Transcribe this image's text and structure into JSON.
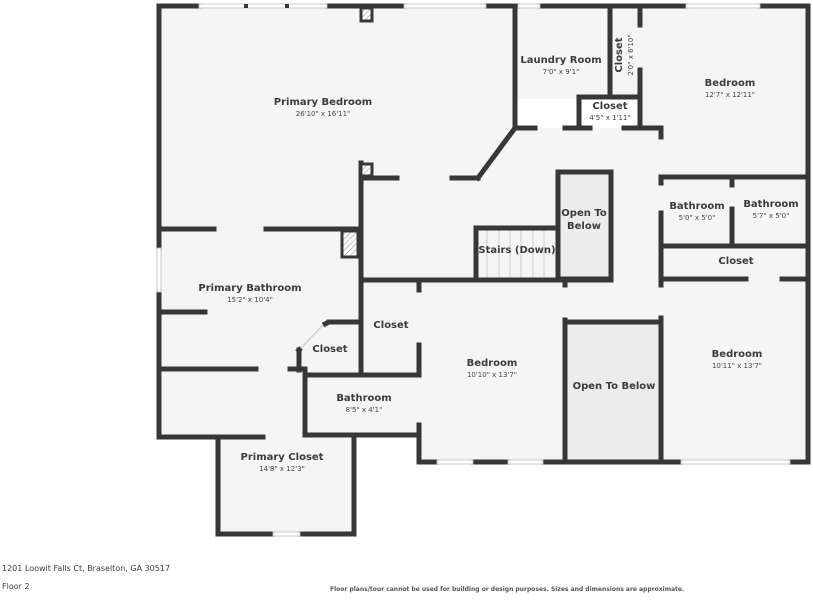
{
  "colors": {
    "wall": "#373737",
    "room_fill": "#f5f5f5",
    "open_to_below_fill": "#ececec",
    "window": "#e0e0e0",
    "label": "#3b3b3b"
  },
  "rooms": [
    {
      "id": "primary-bedroom",
      "name": "Primary Bedroom",
      "dimensions": "26'10\" x 16'11\""
    },
    {
      "id": "laundry-room",
      "name": "Laundry Room",
      "dimensions": "7'0\" x 9'1\""
    },
    {
      "id": "closet-vertical",
      "name": "Closet",
      "dimensions": "2'0\" x 6'10\""
    },
    {
      "id": "bedroom-ne",
      "name": "Bedroom",
      "dimensions": "12'7\" x 12'11\""
    },
    {
      "id": "closet-small",
      "name": "Closet",
      "dimensions": "4'5\" x 1'11\""
    },
    {
      "id": "open-to-below-1",
      "name": "Open To Below",
      "dimensions": ""
    },
    {
      "id": "stairs",
      "name": "Stairs (Down)",
      "dimensions": ""
    },
    {
      "id": "bathroom-1",
      "name": "Bathroom",
      "dimensions": "5'0\" x 5'0\""
    },
    {
      "id": "bathroom-2",
      "name": "Bathroom",
      "dimensions": "5'7\" x 5'0\""
    },
    {
      "id": "closet-hall",
      "name": "Closet",
      "dimensions": ""
    },
    {
      "id": "primary-bathroom",
      "name": "Primary Bathroom",
      "dimensions": "15'2\" x 10'4\""
    },
    {
      "id": "closet-mid",
      "name": "Closet",
      "dimensions": ""
    },
    {
      "id": "closet-angled",
      "name": "Closet",
      "dimensions": ""
    },
    {
      "id": "bedroom-center",
      "name": "Bedroom",
      "dimensions": "10'10\" x 13'7\""
    },
    {
      "id": "open-to-below-2",
      "name": "Open To Below",
      "dimensions": ""
    },
    {
      "id": "bedroom-se",
      "name": "Bedroom",
      "dimensions": "10'11\" x 13'7\""
    },
    {
      "id": "bathroom-3",
      "name": "Bathroom",
      "dimensions": "8'5\" x 4'1\""
    },
    {
      "id": "primary-closet",
      "name": "Primary Closet",
      "dimensions": "14'8\" x 12'3\""
    }
  ],
  "footer": {
    "address": "1201 Loowit Falls Ct, Braselton, GA 30517",
    "floor": "Floor 2",
    "disclaimer": "Floor plans/tour cannot be used for building or design purposes. Sizes and dimensions are approximate."
  }
}
